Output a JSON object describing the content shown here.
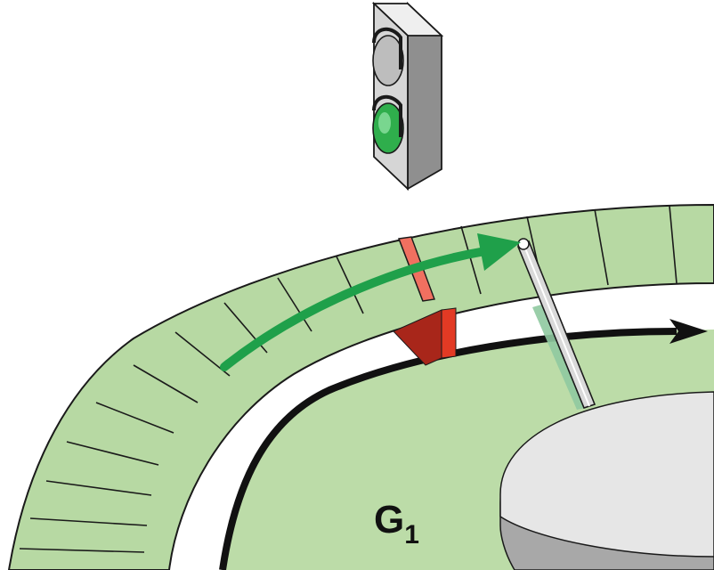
{
  "phase_label": {
    "main": "G",
    "subscript": "1"
  },
  "signal": {
    "top_light": "off",
    "bottom_light": "on"
  },
  "colors": {
    "ring_segment": "#b7d9a3",
    "ring_stroke": "#1a1a1a",
    "phase_region": "#bcdca8",
    "checkpoint_red": "#d83a24",
    "checkpoint_red_dark": "#a8261a",
    "checkpoint_stripe": "#f07060",
    "progress_arrow": "#1fa04a",
    "cycle_arrow": "#111111",
    "hub_top": "#e6e6e6",
    "hub_side": "#a8a8a8",
    "light_on": "#2fae4c",
    "signal_body": "#d6d6d6"
  }
}
